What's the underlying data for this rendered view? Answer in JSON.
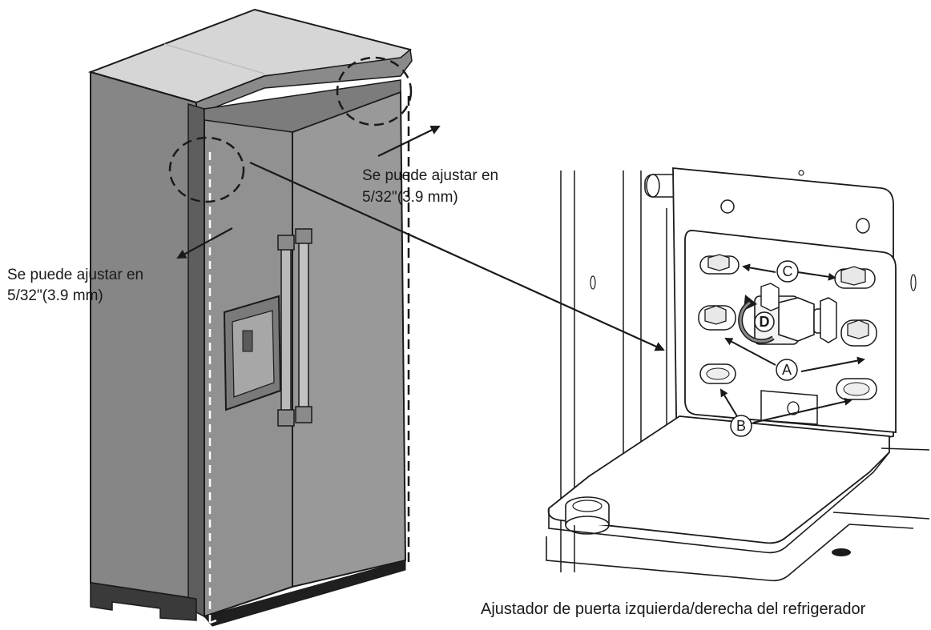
{
  "labels": {
    "left_note_line1": "Se puede ajustar en",
    "left_note_line2": "5/32\"(3.9 mm)",
    "right_note_line1": "Se puede ajustar en",
    "right_note_line2": "5/32\"(3.9 mm)",
    "caption": "Ajustador de puerta izquierda/derecha del refrigerador"
  },
  "callouts": {
    "a": "A",
    "b": "B",
    "c": "C",
    "d": "D"
  },
  "colors": {
    "door": "#8f8f8f",
    "door_dark": "#6e6e6e",
    "side": "#7a7a7a",
    "top": "#d4d4d4",
    "line": "#1a1a1a",
    "bracket": "#ffffff"
  }
}
